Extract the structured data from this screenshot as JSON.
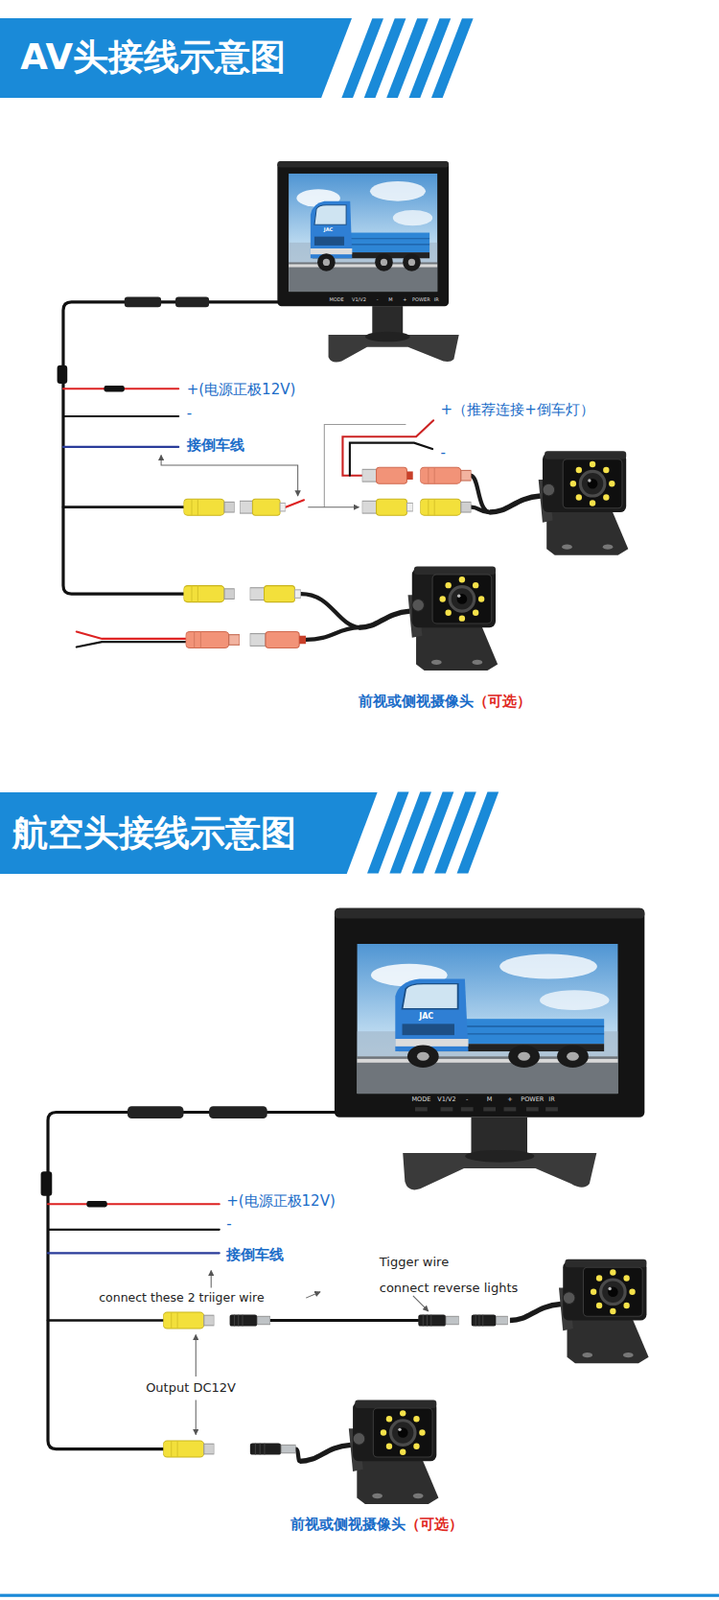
{
  "diagram": {
    "nodes": [
      {
        "text": [
          "AV头接线示意图"
        ]
      },
      {
        "text": [
          "航空头接线示意图"
        ]
      }
    ],
    "labels": [
      "MODE",
      "V1/V2",
      "-",
      "M",
      "+",
      "POWER",
      "IR",
      "JAC",
      "+(电源正极12V)",
      "-",
      "接倒车线",
      "+（推荐连接+倒车灯）",
      "-",
      "前视或侧视摄像头",
      "（可选）",
      "MODE",
      "V1/V2",
      "-",
      "M",
      "+",
      "POWER",
      "IR",
      "JAC",
      "+(电源正极12V)",
      "-",
      "接倒车线",
      "Tigger wire",
      "connect reverse lights",
      "connect these 2 triiger wire",
      "Output DC12V",
      "前视或侧视摄像头",
      "（可选）"
    ]
  }
}
